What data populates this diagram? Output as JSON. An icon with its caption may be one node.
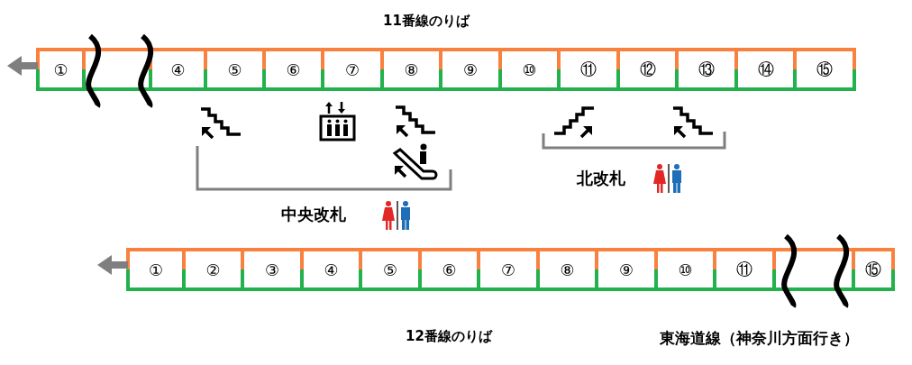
{
  "diagram": {
    "nodes": [
      {
        "text": [
          "①"
        ]
      },
      {
        "text": [],
        "shape": "box"
      },
      {
        "text": [
          "④"
        ]
      },
      {
        "text": [
          "⑤"
        ]
      },
      {
        "text": [
          "⑥"
        ]
      },
      {
        "text": [
          "⑦"
        ]
      },
      {
        "text": [
          "⑧"
        ]
      },
      {
        "text": [
          "⑨"
        ]
      },
      {
        "text": [
          "⑩"
        ]
      },
      {
        "text": [
          "⑪"
        ]
      },
      {
        "text": [
          "⑫"
        ]
      },
      {
        "text": [
          "⑬"
        ]
      },
      {
        "text": [
          "⑭"
        ]
      },
      {
        "text": [
          "⑮"
        ]
      },
      {
        "text": [
          "①"
        ]
      },
      {
        "text": [
          "②"
        ]
      },
      {
        "text": [
          "③"
        ]
      },
      {
        "text": [
          "④"
        ]
      },
      {
        "text": [
          "⑤"
        ]
      },
      {
        "text": [
          "⑥"
        ]
      },
      {
        "text": [
          "⑦"
        ]
      },
      {
        "text": [
          "⑧"
        ]
      },
      {
        "text": [
          "⑨"
        ]
      },
      {
        "text": [
          "⑩"
        ]
      },
      {
        "text": [
          "⑪"
        ]
      },
      {
        "text": [],
        "shape": "box"
      },
      {
        "text": [
          "⑮"
        ]
      }
    ],
    "edges": [],
    "labels": [
      "11番線のりば",
      "北改札",
      "中央改札",
      "12番線のりば",
      "東海道線（神奈川方面行き）"
    ]
  }
}
